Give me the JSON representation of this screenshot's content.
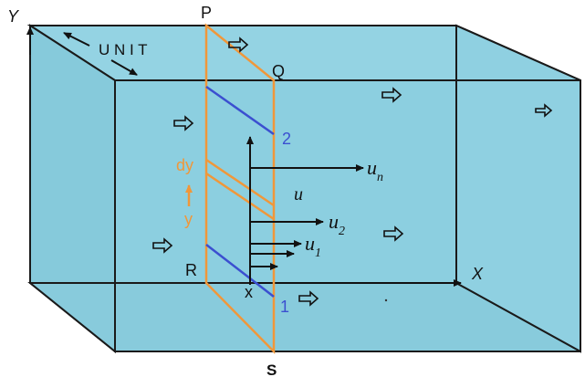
{
  "colors": {
    "box_fill": "#8ccfe0",
    "box_edge": "#1a1a1a",
    "plane": "#f0973a",
    "layer_line": "#3b4fd0",
    "velocity_arrow": "#111111",
    "text_dark": "#111111",
    "text_orange": "#f0973a",
    "text_blue": "#3b4fd0"
  },
  "labels": {
    "y_axis": "Y",
    "x_axis": "X",
    "unit": "U N I T",
    "P": "P",
    "Q": "Q",
    "R": "R",
    "S": "S",
    "x": "x",
    "dy": "dy",
    "y": "y",
    "layer_2": "2",
    "layer_1": "1",
    "u": "u",
    "u_n": "u",
    "u_n_sub": "n",
    "u_2": "u",
    "u_2_sub": "2",
    "u_1": "u",
    "u_1_sub": "1"
  },
  "icons": {
    "flow_arrows": "outline-right-arrow-icon",
    "dy_arrow": "up-arrow-icon"
  }
}
